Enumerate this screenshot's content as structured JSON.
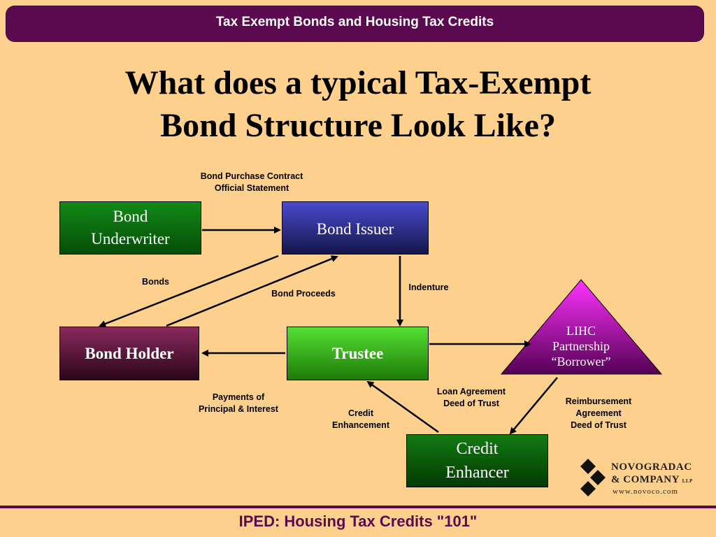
{
  "header": {
    "title": "Tax Exempt Bonds and Housing Tax Credits"
  },
  "slide": {
    "title_line1": "What does a typical Tax-Exempt",
    "title_line2": "Bond Structure Look Like?"
  },
  "nodes": {
    "bond_underwriter": {
      "line1": "Bond",
      "line2": "Underwriter"
    },
    "bond_issuer": {
      "text": "Bond Issuer"
    },
    "bond_holder": {
      "text": "Bond Holder"
    },
    "trustee": {
      "text": "Trustee"
    },
    "lihc": {
      "line1": "LIHC",
      "line2": "Partnership",
      "line3": "“Borrower”"
    },
    "credit_enhancer": {
      "line1": "Credit",
      "line2": "Enhancer"
    }
  },
  "labels": {
    "bond_purchase": {
      "line1": "Bond Purchase Contract",
      "line2": "Official Statement"
    },
    "bonds": "Bonds",
    "bond_proceeds": "Bond Proceeds",
    "indenture": "Indenture",
    "payments": {
      "line1": "Payments of",
      "line2": "Principal & Interest"
    },
    "credit_enhancement": {
      "line1": "Credit",
      "line2": "Enhancement"
    },
    "loan_agreement": {
      "line1": "Loan Agreement",
      "line2": "Deed of Trust"
    },
    "reimbursement": {
      "line1": "Reimbursement",
      "line2": "Agreement",
      "line3": "Deed of Trust"
    }
  },
  "logo": {
    "name1": "NOVOGRADAC",
    "name2": "& COMPANY",
    "suffix": "LLP",
    "url": "www.novoco.com"
  },
  "footer": {
    "text": "IPED: Housing Tax Credits \"101\""
  },
  "colors": {
    "header": "#5c0a50",
    "background": "#fdd08e",
    "underwriter": "#0a7a10",
    "issuer": "#3333aa",
    "holder": "#7a1a50",
    "trustee": "#33cc11",
    "lihc": "#cc11cc",
    "credit_enhancer": "#0a6a0a"
  }
}
